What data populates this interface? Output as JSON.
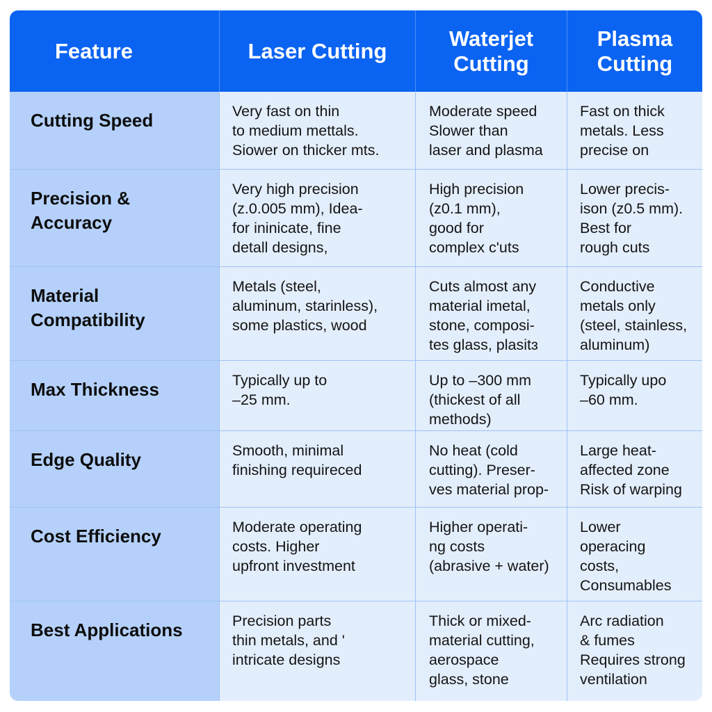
{
  "table": {
    "headers": [
      "Feature",
      "Laser Cutting",
      "Waterjet\nCutting",
      "Plasma\nCutting"
    ],
    "rows": [
      {
        "feature": "Cutting Speed",
        "laser": "Very fast on thin\nto medium mettals.\nSiower on thicker mts.",
        "waterjet": "Moderate speed\nSlower than\nlaser and plasma",
        "plasma": "Fast on thick\nmetals. Less\nprecise on"
      },
      {
        "feature": "Precision &\nAccuracy",
        "laser": "Very high precision\n(z.0.005 mm), Idea-\nfor ininicate, fine\ndetall designs,",
        "waterjet": "High precision\n(z0.1 mm),\ngood for\ncomplex c'uts",
        "plasma": "Lower precis-\nison (z0.5 mm).\nBest for\nrough cuts"
      },
      {
        "feature": "Material\nCompatibility",
        "laser": "Metals (steel,\naluminum, starinless),\nsome plastics, wood",
        "waterjet": "Cuts almost any\nmaterial imetal,\nstone, composi-\ntes glass, plasitɜ",
        "plasma": "Conductive\nmetals only\n(steel, stainless,\naluminum)"
      },
      {
        "feature": "Max Thickness",
        "laser": "Typically up to\n–25 mm.",
        "waterjet": "Up to –300 mm\n(thickest of all\nmethods)",
        "plasma": "Typically upo\n–60 mm."
      },
      {
        "feature": "Edge Quality",
        "laser": "Smooth, minimal\nfinishing requireced",
        "waterjet": "No heat (cold\ncutting). Preser-\nves material prop-",
        "plasma": "Large heat-\naffected zone\nRisk of warping"
      },
      {
        "feature": "Cost Efficiency",
        "laser": "Moderate operating\ncosts. Higher\nupfront investment",
        "waterjet": "Higher operati-\nng costs\n(abrasive + water)",
        "plasma": "Lower\noperacing\ncosts,\nConsumables"
      },
      {
        "feature": "Best Applications",
        "laser": "Precision parts\nthin metals, and '\nintricate designs",
        "waterjet": "Thick or mixed-\nmaterial cutting,\naerospace\nglass, stone",
        "plasma": "Arc radiation\n& fumes\nRequires strong\nventilation"
      }
    ]
  },
  "colors": {
    "header_bg": "#0b63f2",
    "feature_col_bg": "#b5d1fb",
    "cell_bg": "#e3eefc",
    "grid_line": "#9ec2f3"
  }
}
